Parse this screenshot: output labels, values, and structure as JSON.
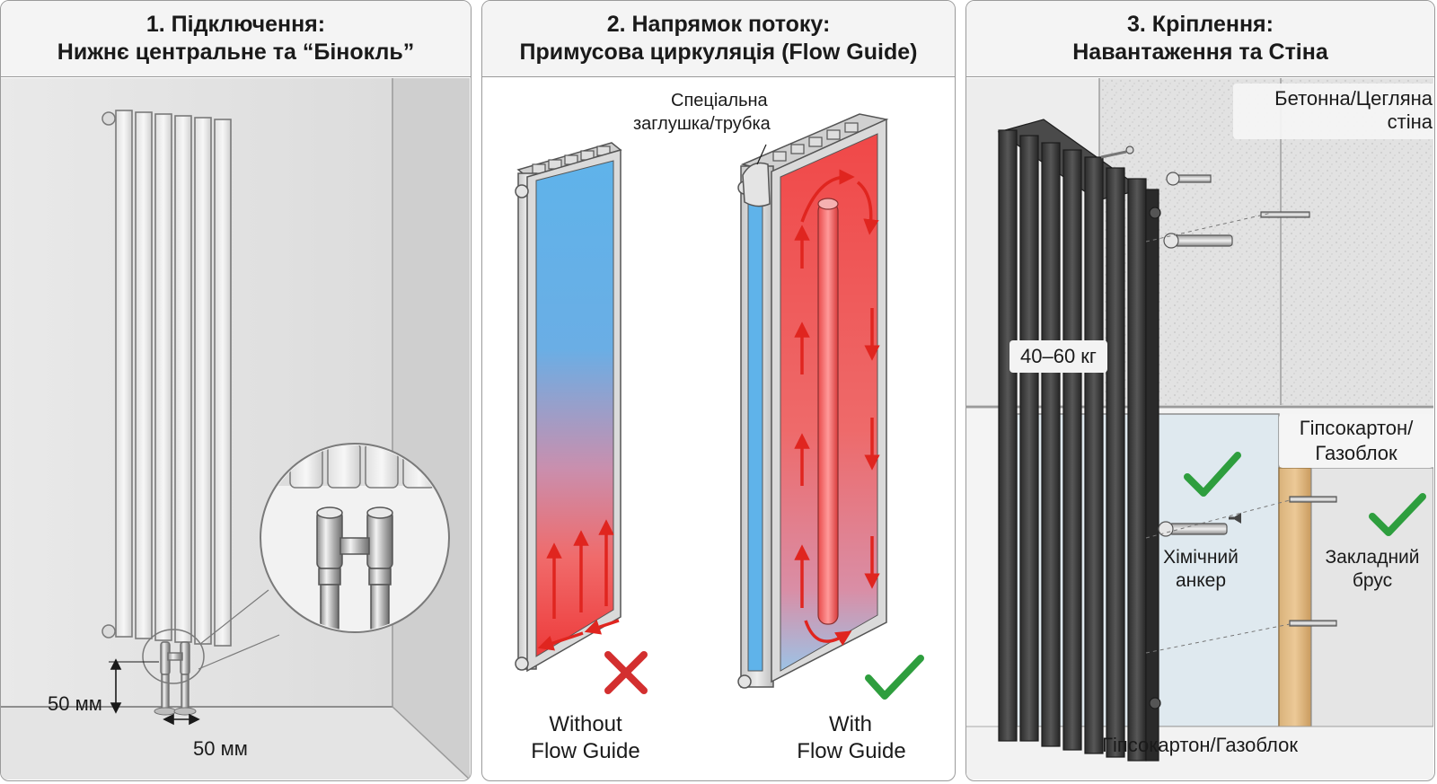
{
  "panels": [
    {
      "title_line1": "1. Підключення:",
      "title_line2": "Нижнє центральне та “Бінокль”",
      "dim_vertical": "50 мм",
      "dim_horizontal": "50 мм"
    },
    {
      "title_line1": "2. Напрямок потоку:",
      "title_line2": "Примусова циркуляція (Flow Guide)",
      "callout_line1": "Спеціальна",
      "callout_line2": "заглушка/трубка",
      "without_line1": "Without",
      "without_line2": "Flow Guide",
      "with_line1": "With",
      "with_line2": "Flow Guide"
    },
    {
      "title_line1": "3. Кріплення:",
      "title_line2": "Навантаження та Стіна",
      "wall_top_line1": "Бетонна/Цегляна",
      "wall_top_line2": "стіна",
      "load": "40–60 кг",
      "wall_mid_line1": "Гіпсокартон/",
      "wall_mid_line2": "Газоблок",
      "anchor_line1": "Хімічний",
      "anchor_line2": "анкер",
      "beam_line1": "Закладний",
      "beam_line2": "брус",
      "bottom_label": "Гіпсокартон/Газоблок"
    }
  ],
  "colors": {
    "hot": "#e53935",
    "cold": "#5fb3ea",
    "check": "#2e9e3e",
    "cross": "#d32f2f",
    "radiator_dark": "#3c3c3c"
  }
}
